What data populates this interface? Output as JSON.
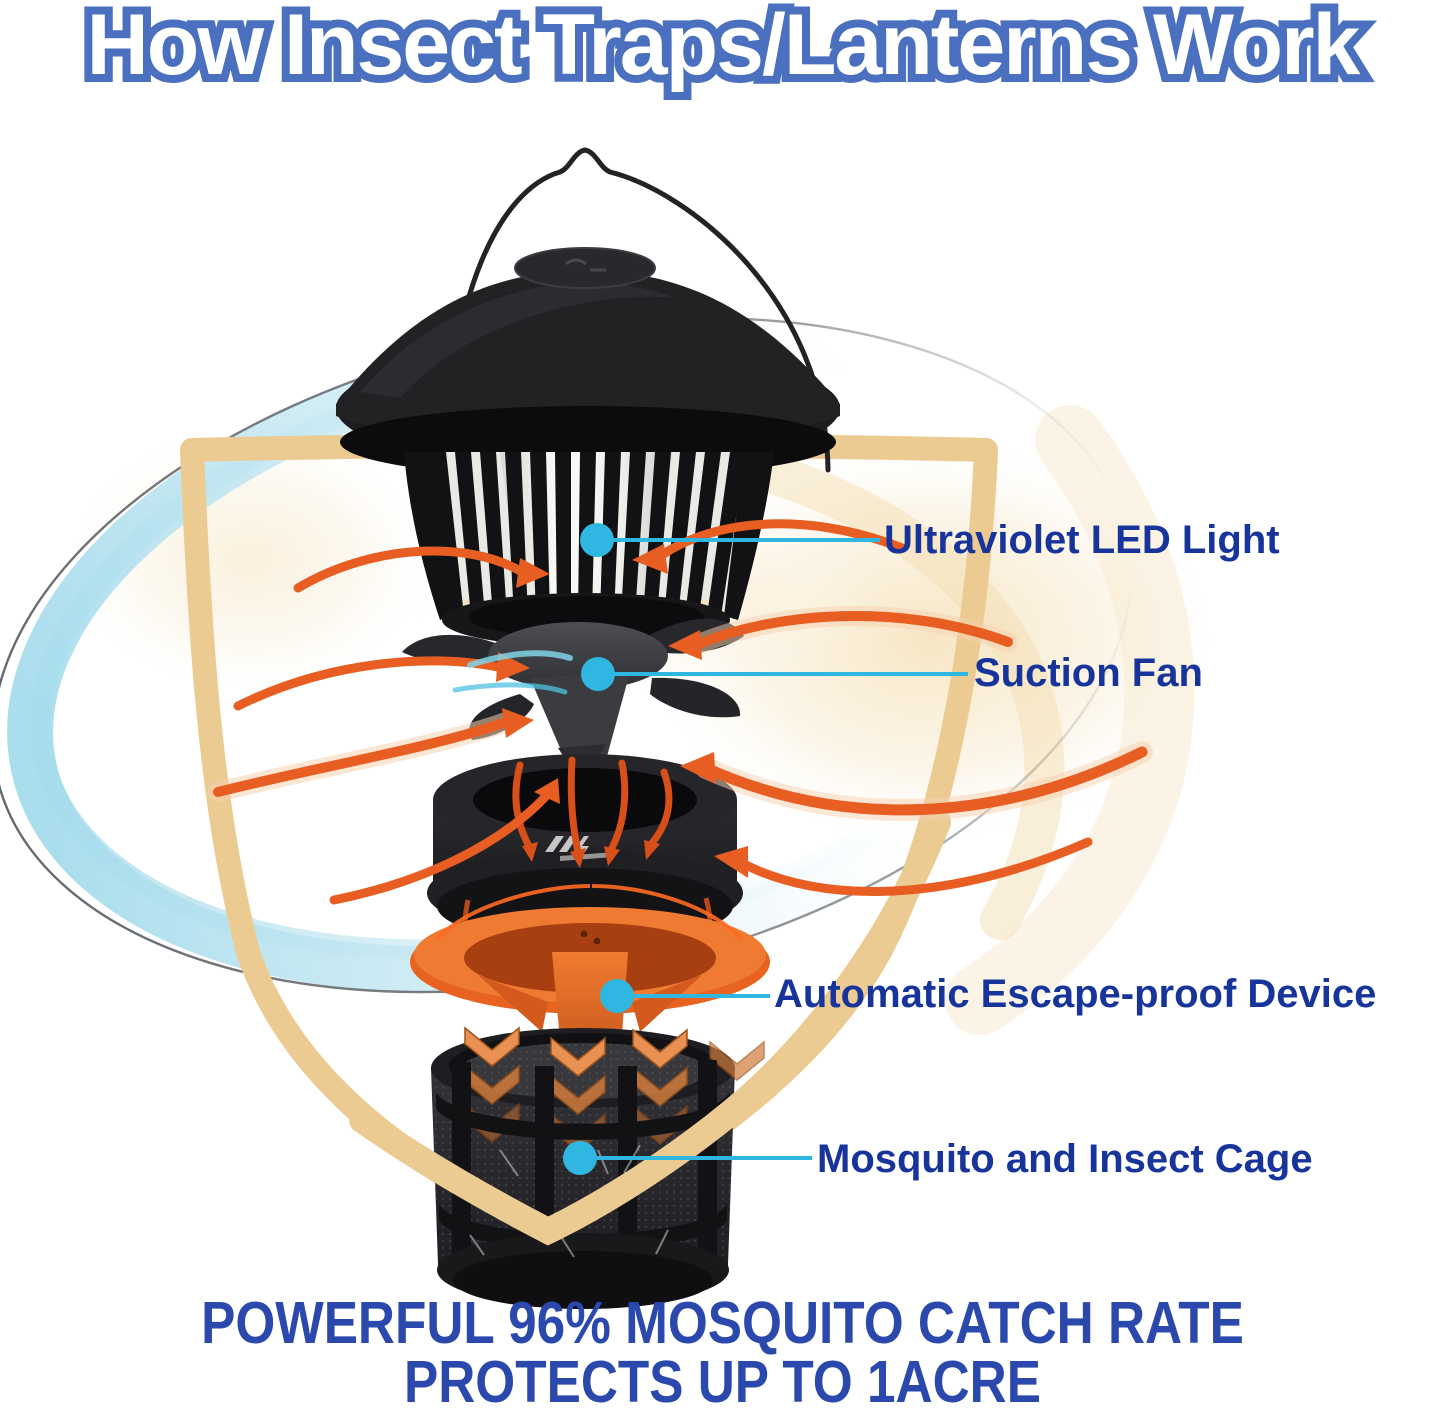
{
  "title": {
    "text": "How Insect Traps/Lanterns Work"
  },
  "callouts": [
    {
      "label": "Ultraviolet LED Light"
    },
    {
      "label": "Suction Fan"
    },
    {
      "label": "Automatic Escape-proof Device"
    },
    {
      "label": "Mosquito and Insect Cage"
    }
  ],
  "footer": {
    "line1": "POWERFUL 96% MOSQUITO CATCH RATE",
    "line2": "PROTECTS UP TO 1ACRE"
  },
  "colors": {
    "title_fill": "#ffffff",
    "title_outline": "#4a70bf",
    "label_blue": "#17349b",
    "footer_blue": "#2b49ac",
    "leader_cyan": "#2fb7e2",
    "arrow_orange": "#e75d22",
    "funnel_orange": "#e8631f",
    "shield_gold": "#eccb92",
    "swoosh_teal": "#b9e1ee",
    "device_black": "#1d1d20"
  },
  "icons": [
    "hanging-handle-icon",
    "lantern-dome-icon",
    "uv-led-cage-icon",
    "suction-fan-icon",
    "fan-housing-icon",
    "escape-proof-funnel-icon",
    "mesh-insect-cage-icon",
    "shield-outline-icon",
    "airflow-arrow-icon",
    "callout-dot-icon"
  ]
}
